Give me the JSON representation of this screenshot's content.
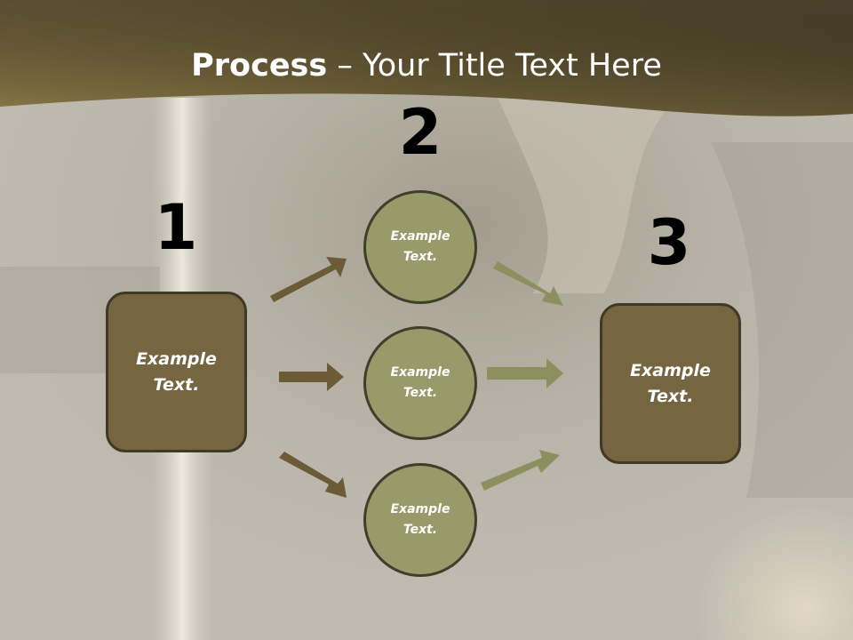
{
  "title": {
    "bold": "Process",
    "rest": " – Your Title Text Here"
  },
  "steps": [
    {
      "number": "1",
      "label_line1": "Example",
      "label_line2": "Text."
    },
    {
      "number": "2"
    },
    {
      "number": "3",
      "label_line1": "Example",
      "label_line2": "Text."
    }
  ],
  "circles": [
    {
      "line1": "Example",
      "line2": "Text."
    },
    {
      "line1": "Example",
      "line2": "Text."
    },
    {
      "line1": "Example",
      "line2": "Text."
    }
  ],
  "colors": {
    "header_band": "#7d6d42",
    "box_fill": "#756540",
    "circle_fill": "#989a69",
    "arrow_left": "#6b5b37",
    "arrow_right": "#8c8f5e"
  }
}
